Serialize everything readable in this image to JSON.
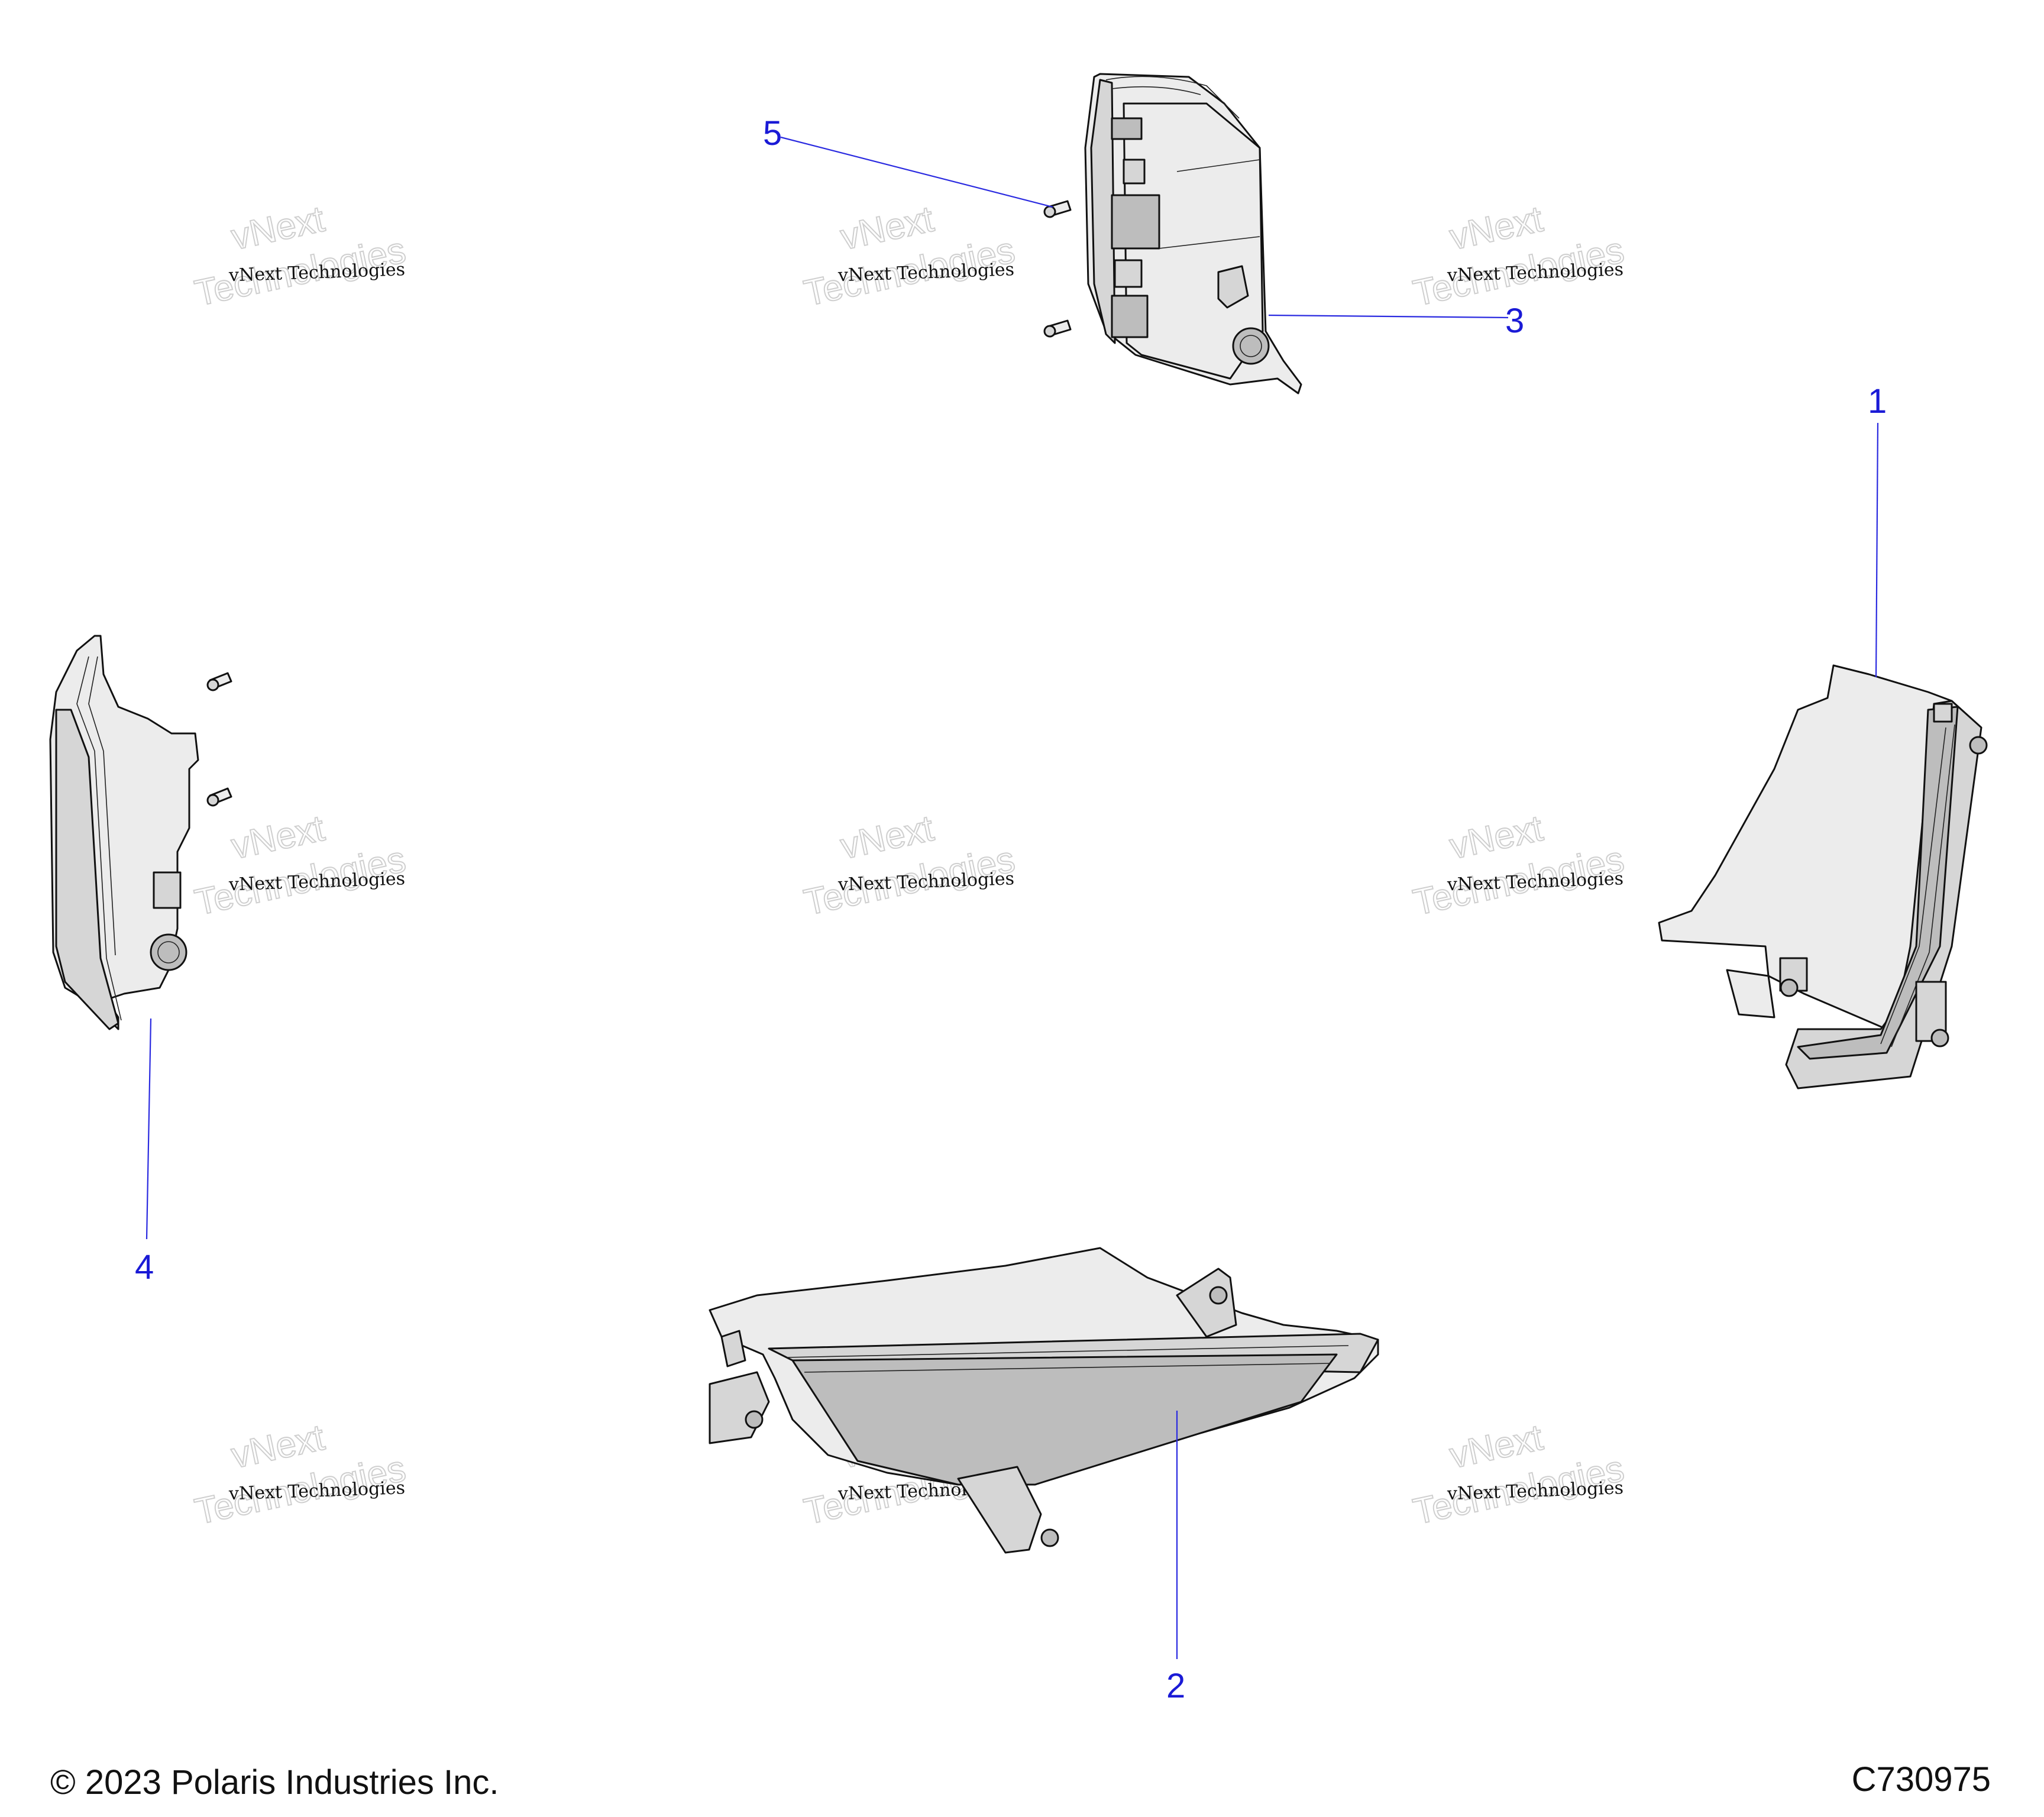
{
  "callouts": [
    {
      "id": "1",
      "label": "1"
    },
    {
      "id": "2",
      "label": "2"
    },
    {
      "id": "3",
      "label": "3"
    },
    {
      "id": "4",
      "label": "4"
    },
    {
      "id": "5",
      "label": "5"
    }
  ],
  "watermark": {
    "brand_line": "vNext Technologies",
    "big_top": "vNext",
    "big_bottom": "Technologies"
  },
  "footer": {
    "copyright": "© 2023 Polaris Industries Inc.",
    "code": "C730975"
  },
  "colors": {
    "callout": "#1a1ad6",
    "line_art": "#111111",
    "watermark": "#cfcfcf"
  }
}
